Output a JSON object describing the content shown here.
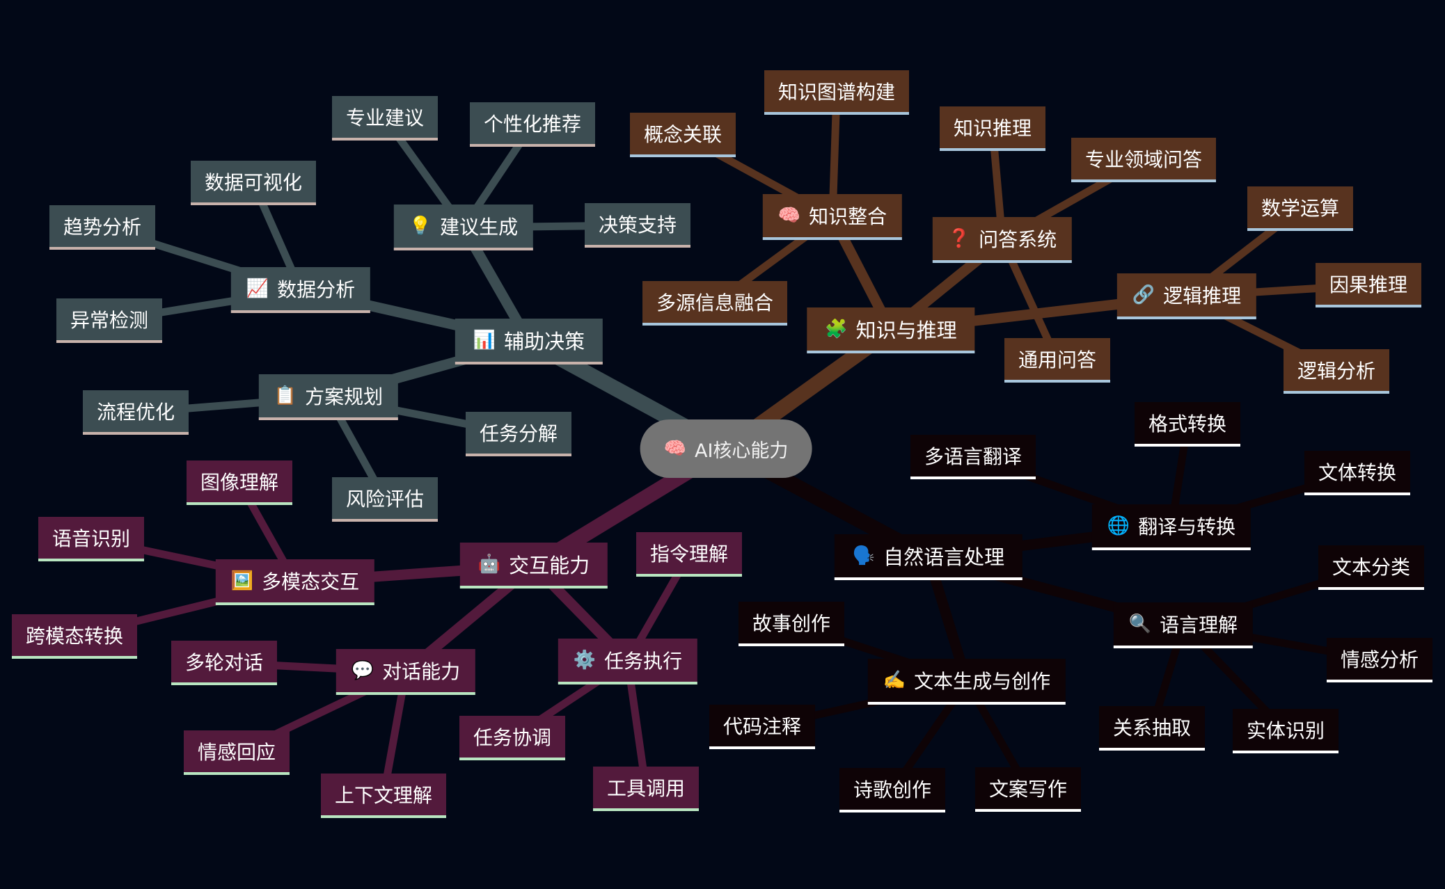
{
  "branch_colors": {
    "decision": {
      "fill": "#3c4d52",
      "underline": "#c8b2ab"
    },
    "knowledge": {
      "fill": "#58331f",
      "underline": "#a8c6dc"
    },
    "interaction": {
      "fill": "#531a3c",
      "underline": "#b9e6c1"
    },
    "nlp": {
      "fill": "#0e0306",
      "underline": "#ffffff"
    }
  },
  "root": {
    "id": "root",
    "label": "AI核心能力",
    "icon": "brain-icon",
    "emoji": "🧠"
  },
  "branches": [
    {
      "id": "decision",
      "label": "辅助决策",
      "icon": "bar-chart-icon",
      "emoji": "📊",
      "children": [
        {
          "id": "advice",
          "label": "建议生成",
          "icon": "light-bulb-icon",
          "emoji": "💡",
          "children": [
            {
              "label": "专业建议"
            },
            {
              "label": "个性化推荐"
            },
            {
              "label": "决策支持"
            }
          ]
        },
        {
          "id": "data-analysis",
          "label": "数据分析",
          "icon": "line-chart-icon",
          "emoji": "📈",
          "children": [
            {
              "label": "数据可视化"
            },
            {
              "label": "趋势分析"
            },
            {
              "label": "异常检测"
            }
          ]
        },
        {
          "id": "planning",
          "label": "方案规划",
          "icon": "clipboard-icon",
          "emoji": "📋",
          "children": [
            {
              "label": "流程优化"
            },
            {
              "label": "任务分解"
            },
            {
              "label": "风险评估"
            }
          ]
        }
      ]
    },
    {
      "id": "knowledge",
      "label": "知识与推理",
      "icon": "puzzle-icon",
      "emoji": "🧩",
      "children": [
        {
          "id": "integration",
          "label": "知识整合",
          "icon": "brain-icon",
          "emoji": "🧠",
          "children": [
            {
              "label": "概念关联"
            },
            {
              "label": "知识图谱构建"
            },
            {
              "label": "多源信息融合"
            }
          ]
        },
        {
          "id": "qa",
          "label": "问答系统",
          "icon": "question-icon",
          "emoji": "❓",
          "children": [
            {
              "label": "知识推理"
            },
            {
              "label": "专业领域问答"
            },
            {
              "label": "通用问答"
            }
          ]
        },
        {
          "id": "logic",
          "label": "逻辑推理",
          "icon": "link-icon",
          "emoji": "🔗",
          "children": [
            {
              "label": "数学运算"
            },
            {
              "label": "因果推理"
            },
            {
              "label": "逻辑分析"
            }
          ]
        }
      ]
    },
    {
      "id": "interaction",
      "label": "交互能力",
      "icon": "robot-icon",
      "emoji": "🤖",
      "children": [
        {
          "id": "multimodal",
          "label": "多模态交互",
          "icon": "image-icon",
          "emoji": "🖼️",
          "children": [
            {
              "label": "图像理解"
            },
            {
              "label": "语音识别"
            },
            {
              "label": "跨模态转换"
            }
          ]
        },
        {
          "id": "dialogue",
          "label": "对话能力",
          "icon": "speech-bubble-icon",
          "emoji": "💬",
          "children": [
            {
              "label": "多轮对话"
            },
            {
              "label": "情感回应"
            },
            {
              "label": "上下文理解"
            }
          ]
        },
        {
          "id": "task-exec",
          "label": "任务执行",
          "icon": "gear-icon",
          "emoji": "⚙️",
          "children": [
            {
              "label": "指令理解"
            },
            {
              "label": "任务协调"
            },
            {
              "label": "工具调用"
            }
          ]
        }
      ]
    },
    {
      "id": "nlp",
      "label": "自然语言处理",
      "icon": "speaking-head-icon",
      "emoji": "🗣️",
      "children": [
        {
          "id": "translation",
          "label": "翻译与转换",
          "icon": "globe-icon",
          "emoji": "🌐",
          "children": [
            {
              "label": "多语言翻译"
            },
            {
              "label": "格式转换"
            },
            {
              "label": "文体转换"
            }
          ]
        },
        {
          "id": "understanding",
          "label": "语言理解",
          "icon": "magnifier-icon",
          "emoji": "🔍",
          "children": [
            {
              "label": "文本分类"
            },
            {
              "label": "情感分析"
            },
            {
              "label": "实体识别"
            },
            {
              "label": "关系抽取"
            }
          ]
        },
        {
          "id": "generation",
          "label": "文本生成与创作",
          "icon": "writing-hand-icon",
          "emoji": "✍️",
          "children": [
            {
              "label": "故事创作"
            },
            {
              "label": "代码注释"
            },
            {
              "label": "诗歌创作"
            },
            {
              "label": "文案写作"
            }
          ]
        }
      ]
    }
  ]
}
